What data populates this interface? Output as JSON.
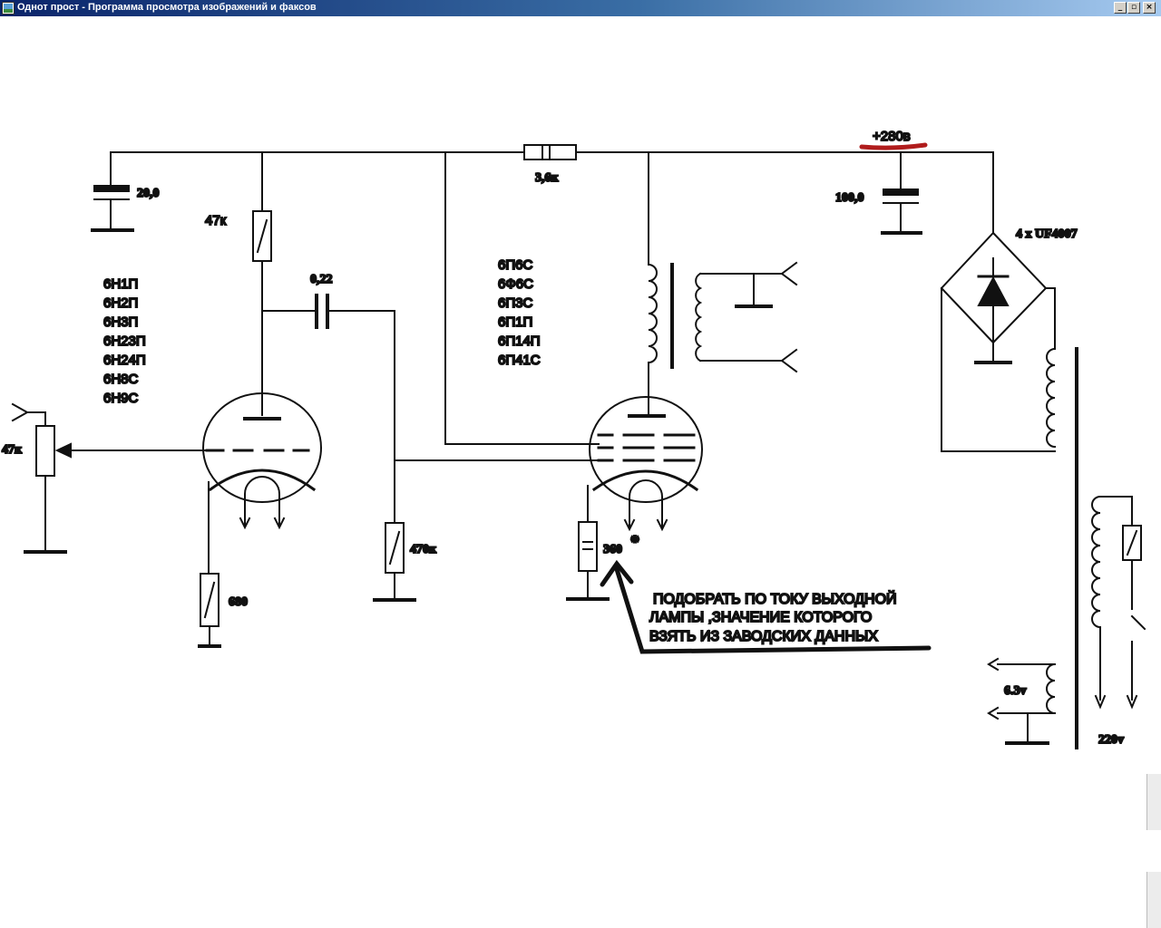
{
  "window": {
    "title": "Однот прост - Программа просмотра изображений и факсов",
    "minimize_glyph": "_",
    "maximize_glyph": "▫",
    "close_glyph": "×",
    "icon": "image-viewer-icon"
  },
  "colors": {
    "titlebar_start": "#0a246a",
    "titlebar_end": "#a6caf0",
    "supply_mark": "#b01c1c",
    "asterisk": "#b01c1c",
    "ink": "#111111"
  },
  "schematic": {
    "preamp_tubes": [
      "6Н1П",
      "6Н2П",
      "6Н3П",
      "6Н23П",
      "6Н24П",
      "6Н8С",
      "6Н9С"
    ],
    "output_tubes": [
      "6П6С",
      "6Ф6С",
      "6П3С",
      "6П1П",
      "6П14П",
      "6П41С"
    ],
    "cap_filter_1": "20,0",
    "res_plate": "47к",
    "cap_coupling": "0,22",
    "res_dropper": "3,6к",
    "supply_voltage": "+280в",
    "cap_filter_2": "100,0",
    "rectifier": "4 х UF4007",
    "volume_pot": "47к",
    "res_grid": "470к",
    "res_cathode_pre": "680",
    "res_cathode_out": "360",
    "asterisk_mark": "*",
    "note_lines": [
      "ПОДОБРАТЬ  ПО  ТОКУ ВЫХОДНОЙ",
      "ЛАМПЫ  ,ЗНАЧЕНИЕ  КОТОРОГО",
      "ВЗЯТЬ  ИЗ  ЗАВОДСКИХ  ДАННЫХ"
    ],
    "heater_voltage": "6.3v",
    "mains_voltage": "220v"
  }
}
